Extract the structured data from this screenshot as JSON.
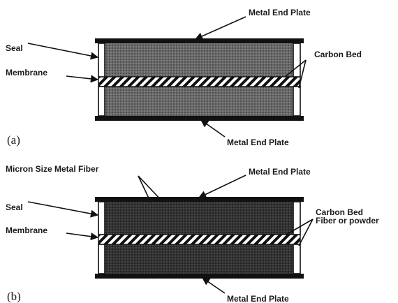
{
  "figure_a": {
    "panel_label": "(a)",
    "labels": {
      "top_plate": "Metal End Plate",
      "bottom_plate": "Metal End Plate",
      "seal": "Seal",
      "membrane": "Membrane",
      "carbon_bed": "Carbon Bed"
    }
  },
  "figure_b": {
    "panel_label": "(b)",
    "labels": {
      "fiber": "Micron Size Metal Fiber",
      "top_plate": "Metal End Plate",
      "bottom_plate": "Metal End Plate",
      "seal": "Seal",
      "membrane": "Membrane",
      "carbon_bed": "Carbon Bed",
      "carbon_bed_sub": "Fiber or powder"
    }
  },
  "colors": {
    "ink": "#111111",
    "carbon_a": "#5a5a5a",
    "carbon_b": "#2e2e2e",
    "seal": "#ffffff"
  }
}
